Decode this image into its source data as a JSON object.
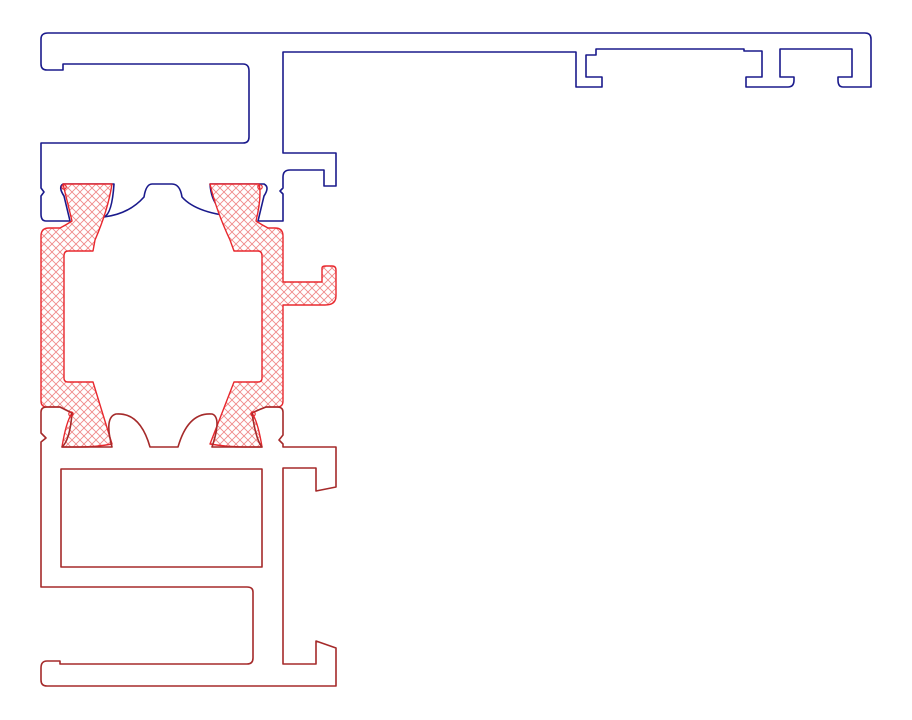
{
  "diagram": {
    "kind": "aluminium window profile cross-section",
    "colors": {
      "outer_frame": "#1a1a8c",
      "sash_profile": "#a52a2a",
      "thermal_break": "#e8282e",
      "thermal_hatch": "#f08a8a",
      "background": "#ffffff"
    },
    "parts": [
      {
        "id": "outer-frame",
        "label": "",
        "color_key": "outer_frame"
      },
      {
        "id": "thermal-break-strip",
        "label": "",
        "color_key": "thermal_break"
      },
      {
        "id": "sash-profile",
        "label": "",
        "color_key": "sash_profile"
      }
    ]
  }
}
